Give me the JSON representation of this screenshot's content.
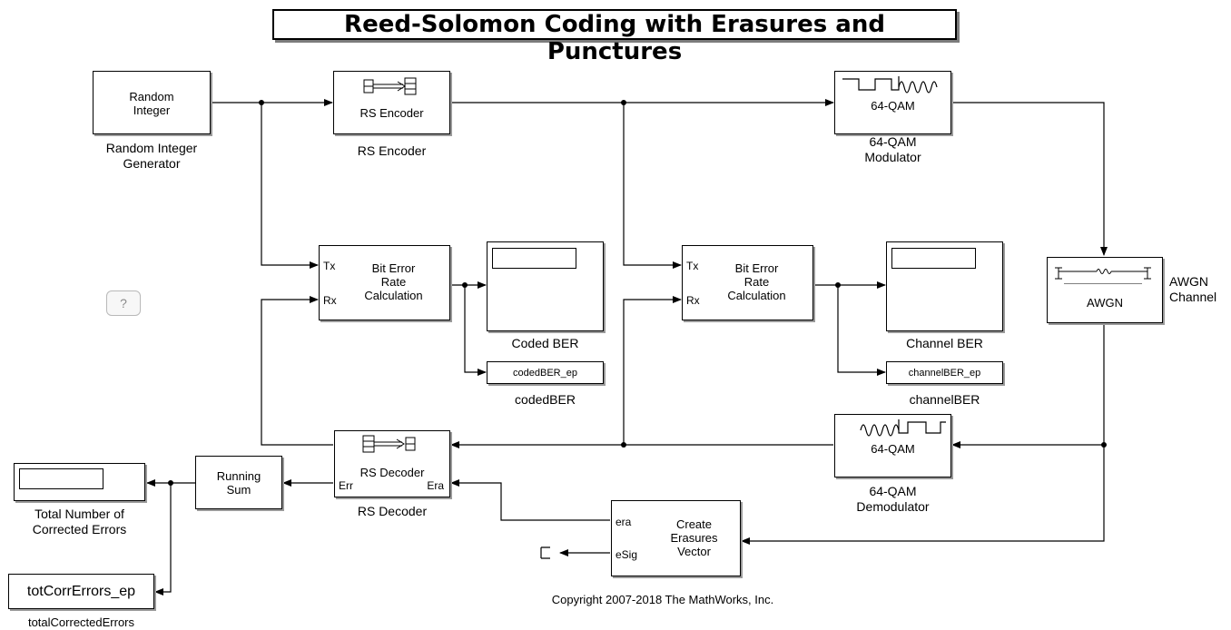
{
  "title": "Reed-Solomon Coding with Erasures and Punctures",
  "blocks": {
    "random_integer": {
      "text": "Random\nInteger",
      "caption": "Random Integer\nGenerator"
    },
    "rs_encoder": {
      "text": "RS Encoder",
      "caption": "RS Encoder"
    },
    "qam_mod": {
      "text": "64-QAM",
      "caption": "64-QAM\nModulator"
    },
    "awgn": {
      "text": "AWGN",
      "caption": "AWGN\nChannel"
    },
    "ber1": {
      "text": "Bit Error\nRate\nCalculation",
      "port_tx": "Tx",
      "port_rx": "Rx"
    },
    "ber2": {
      "text": "Bit Error\nRate\nCalculation",
      "port_tx": "Tx",
      "port_rx": "Rx"
    },
    "coded_ber_display": {
      "caption": "Coded BER"
    },
    "channel_ber_display": {
      "caption": "Channel BER"
    },
    "coded_ber_ws": {
      "text": "codedBER_ep",
      "caption": "codedBER"
    },
    "channel_ber_ws": {
      "text": "channelBER_ep",
      "caption": "channelBER"
    },
    "rs_decoder": {
      "text": "RS Decoder",
      "caption": "RS Decoder",
      "port_err": "Err",
      "port_era": "Era"
    },
    "qam_demod": {
      "text": "64-QAM",
      "caption": "64-QAM\nDemodulator"
    },
    "running_sum": {
      "text": "Running\nSum"
    },
    "total_display": {
      "caption": "Total Number of\nCorrected Errors"
    },
    "tot_ws": {
      "text": "totCorrErrors_ep",
      "caption": "totalCorrectedErrors"
    },
    "erasures": {
      "text": "Create\nErasures\nVector",
      "port_era": "era",
      "port_esig": "eSig"
    }
  },
  "help_button": "?",
  "copyright": "Copyright 2007-2018 The MathWorks, Inc."
}
